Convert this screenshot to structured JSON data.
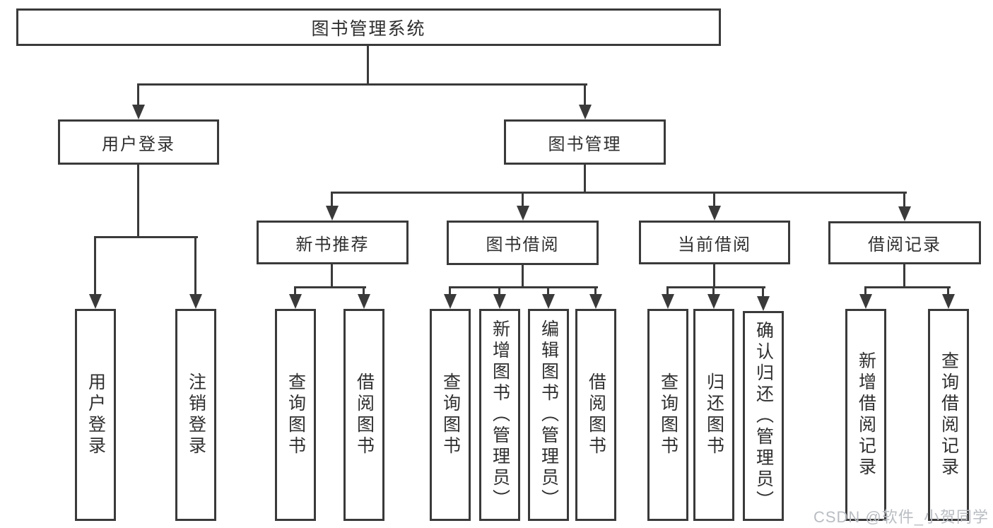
{
  "diagram": {
    "root": {
      "label": "图书管理系统"
    },
    "level2": {
      "user_login": {
        "label": "用户登录"
      },
      "book_management": {
        "label": "图书管理"
      }
    },
    "level3": {
      "new_book_recommend": {
        "label": "新书推荐"
      },
      "book_borrowing": {
        "label": "图书借阅"
      },
      "current_borrowing": {
        "label": "当前借阅"
      },
      "borrow_records": {
        "label": "借阅记录"
      }
    },
    "leaves": {
      "user_login": [
        "用户登录",
        "注销登录"
      ],
      "new_book_recommend": [
        "查询图书",
        "借阅图书"
      ],
      "book_borrowing": [
        "查询图书",
        "新增图书（管理员）",
        "编辑图书（管理员）",
        "借阅图书"
      ],
      "current_borrowing": [
        "查询图书",
        "归还图书",
        "确认归还（管理员）"
      ],
      "borrow_records": [
        "新增借阅记录",
        "查询借阅记录"
      ]
    },
    "colors": {
      "line": "#3a3a3a",
      "text": "#2f2f2f",
      "background": "#ffffff",
      "watermark": "#b9bdc2"
    }
  },
  "watermark": {
    "text": "CSDN @软件_小贺同学"
  }
}
